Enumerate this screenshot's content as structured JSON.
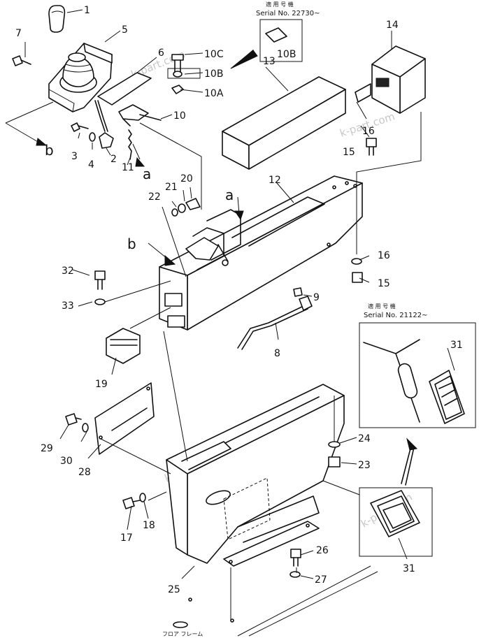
{
  "serial_notes": {
    "top": {
      "kanji": "適 用 号 機",
      "serial": "Serial No. 22730~"
    },
    "right": {
      "kanji": "適 用 号 機",
      "serial": "Serial No. 21122~"
    }
  },
  "floor_label": "フロア フレーム",
  "watermarks": [
    "k-part.com",
    "k-part.com",
    "k-part.com",
    "k-part.com"
  ],
  "callouts": {
    "c1": "1",
    "c2": "2",
    "c3": "3",
    "c4": "4",
    "c5": "5",
    "c6": "6",
    "c7": "7",
    "c8": "8",
    "c9": "9",
    "c10": "10",
    "c10a": "10A",
    "c10b_top": "10B",
    "c10b": "10B",
    "c10c": "10C",
    "c11": "11",
    "c12": "12",
    "c13": "13",
    "c14": "14",
    "c15a": "15",
    "c15b": "15",
    "c16a": "16",
    "c16b": "16",
    "c17": "17",
    "c18": "18",
    "c19": "19",
    "c20": "20",
    "c21": "21",
    "c22": "22",
    "c23": "23",
    "c24": "24",
    "c25": "25",
    "c26": "26",
    "c27": "27",
    "c28": "28",
    "c29": "29",
    "c30": "30",
    "c31a": "31",
    "c31b": "31",
    "c32": "32",
    "c33": "33",
    "view_a1": "a",
    "view_a2": "a",
    "view_b1": "b",
    "view_b2": "b"
  }
}
